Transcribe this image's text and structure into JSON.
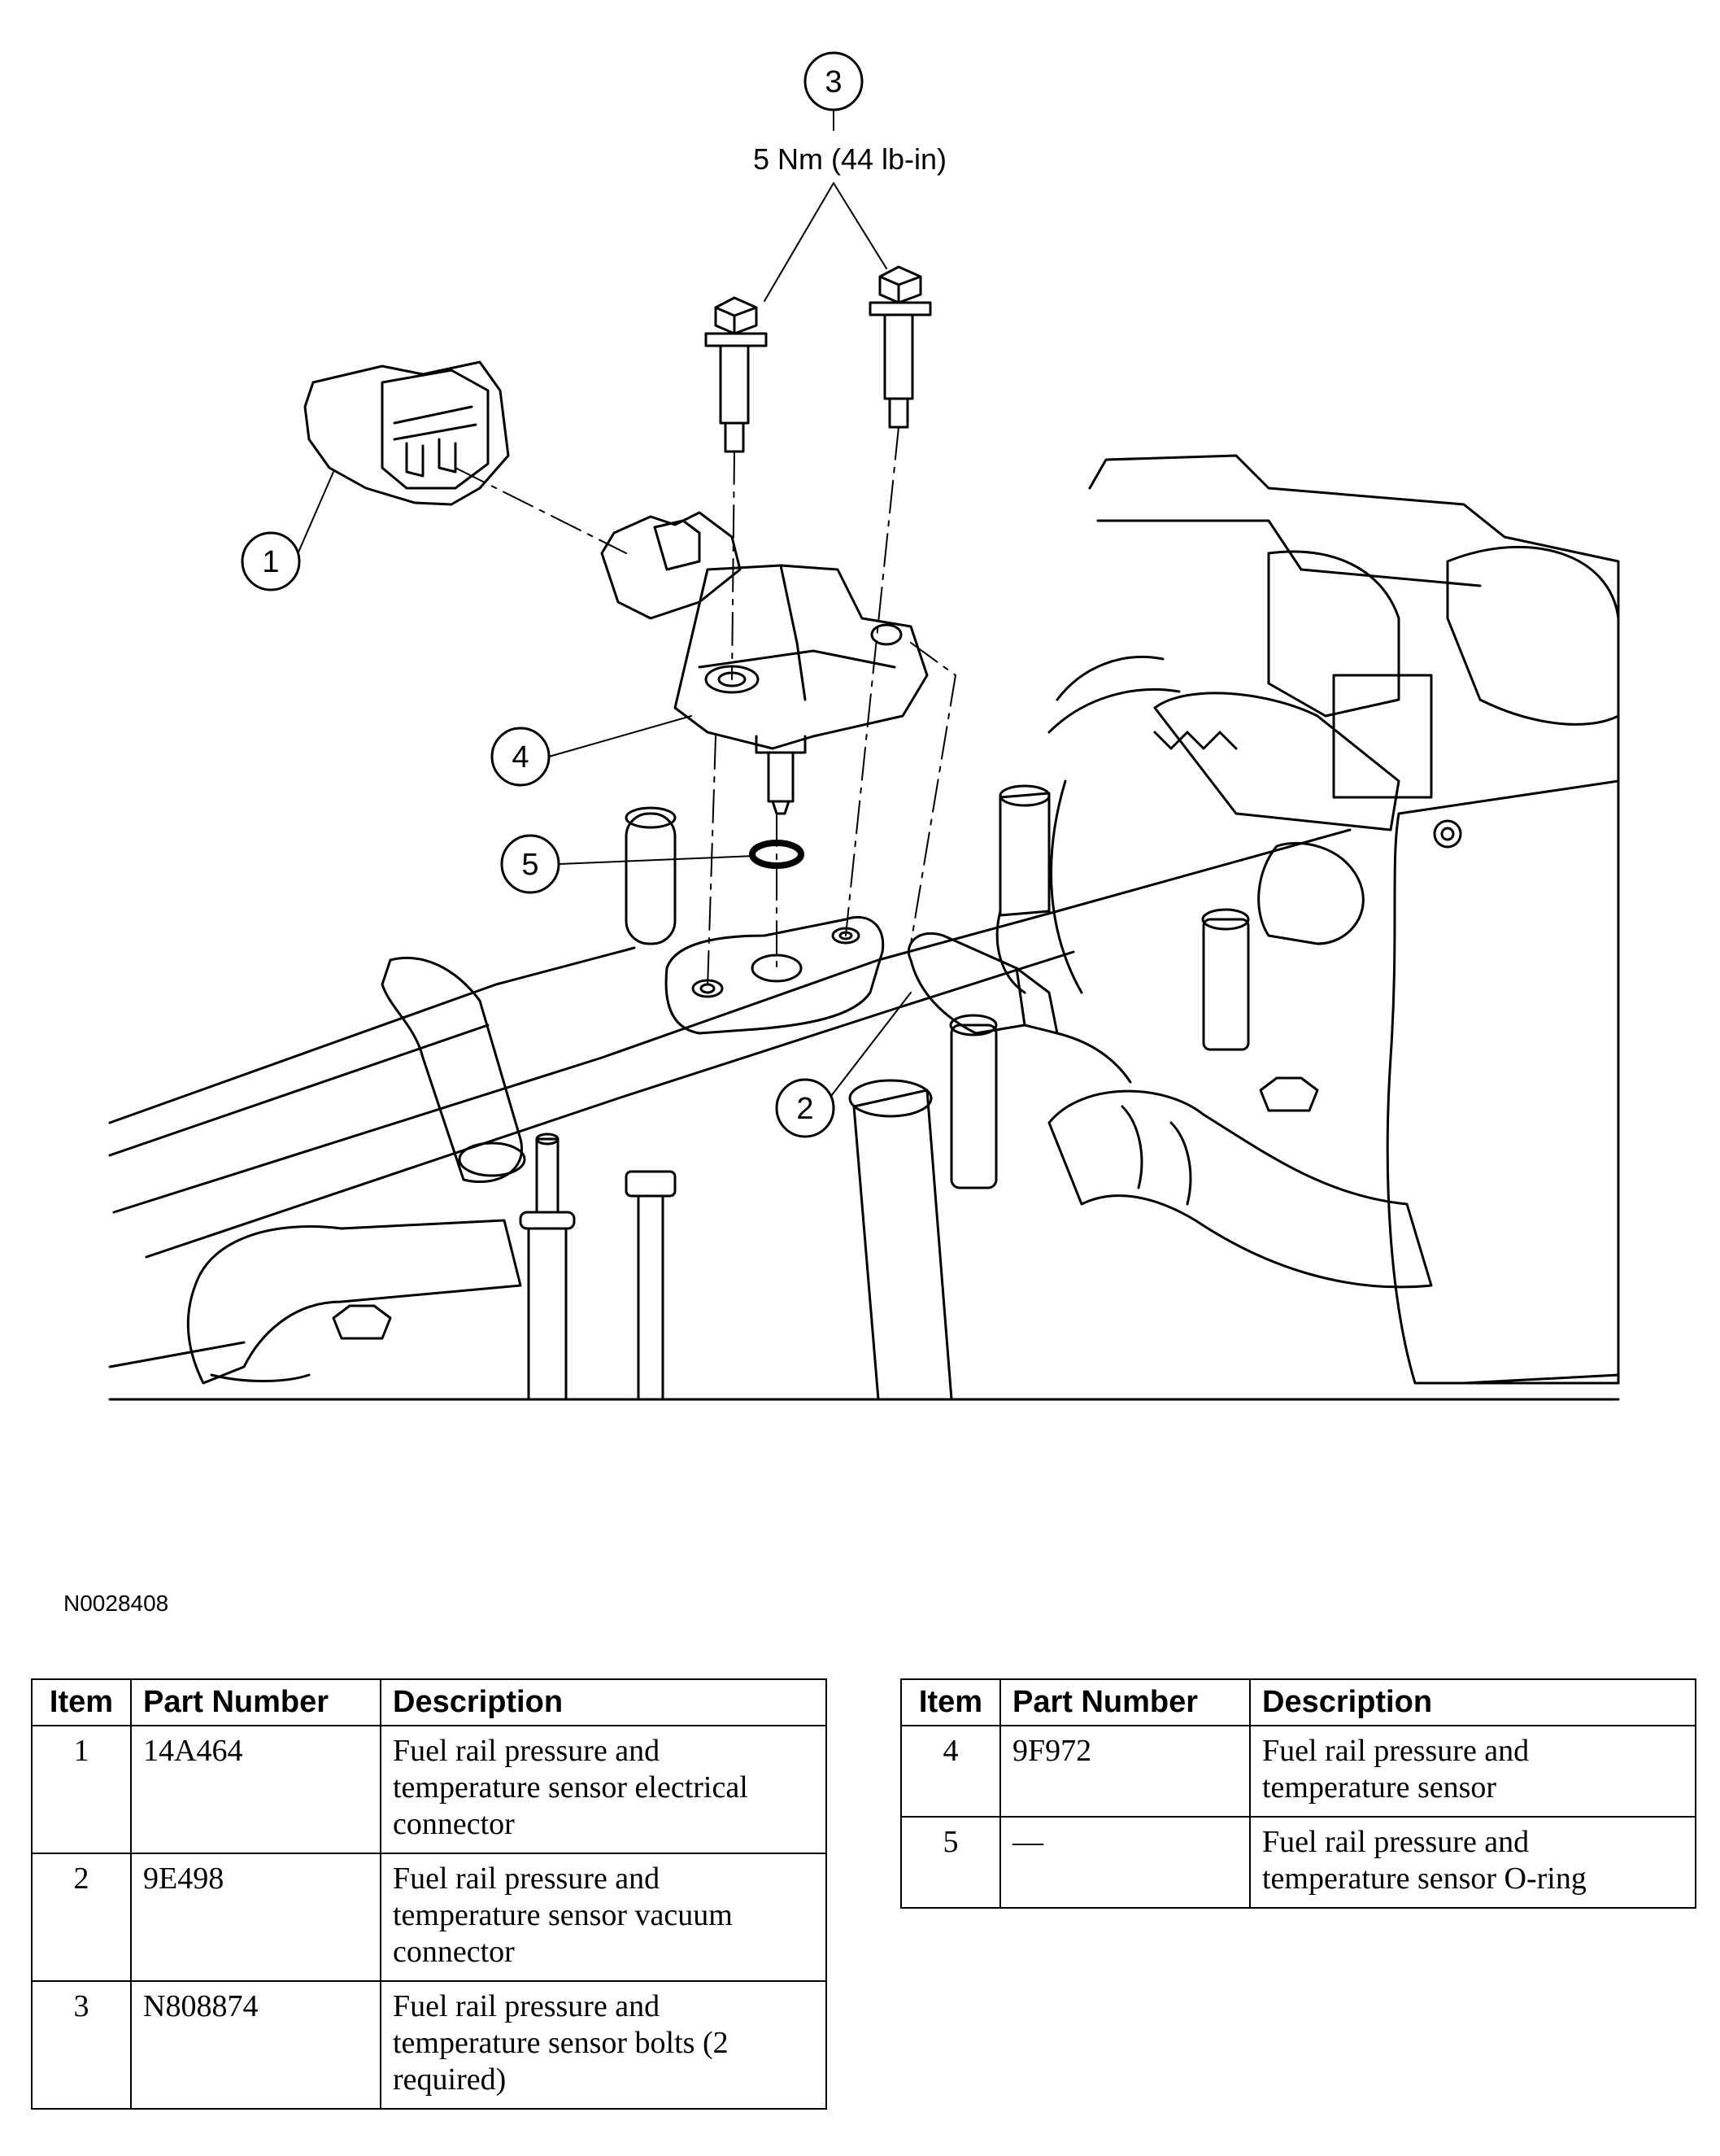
{
  "callouts": [
    {
      "num": "1"
    },
    {
      "num": "2"
    },
    {
      "num": "3"
    },
    {
      "num": "4"
    },
    {
      "num": "5"
    }
  ],
  "torque_spec": "5 Nm (44 lb-in)",
  "figure_id": "N0028408",
  "table_headers": {
    "item": "Item",
    "part_number": "Part Number",
    "description": "Description"
  },
  "left_table": [
    {
      "item": "1",
      "part_number": "14A464",
      "description": "Fuel rail pressure and temperature sensor electrical connector"
    },
    {
      "item": "2",
      "part_number": "9E498",
      "description": "Fuel rail pressure and temperature sensor vacuum connector"
    },
    {
      "item": "3",
      "part_number": "N808874",
      "description": "Fuel rail pressure and temperature sensor bolts (2 required)"
    }
  ],
  "right_table": [
    {
      "item": "4",
      "part_number": "9F972",
      "description": "Fuel rail pressure and temperature sensor"
    },
    {
      "item": "5",
      "part_number": "—",
      "description": "Fuel rail pressure and temperature sensor O-ring"
    }
  ]
}
